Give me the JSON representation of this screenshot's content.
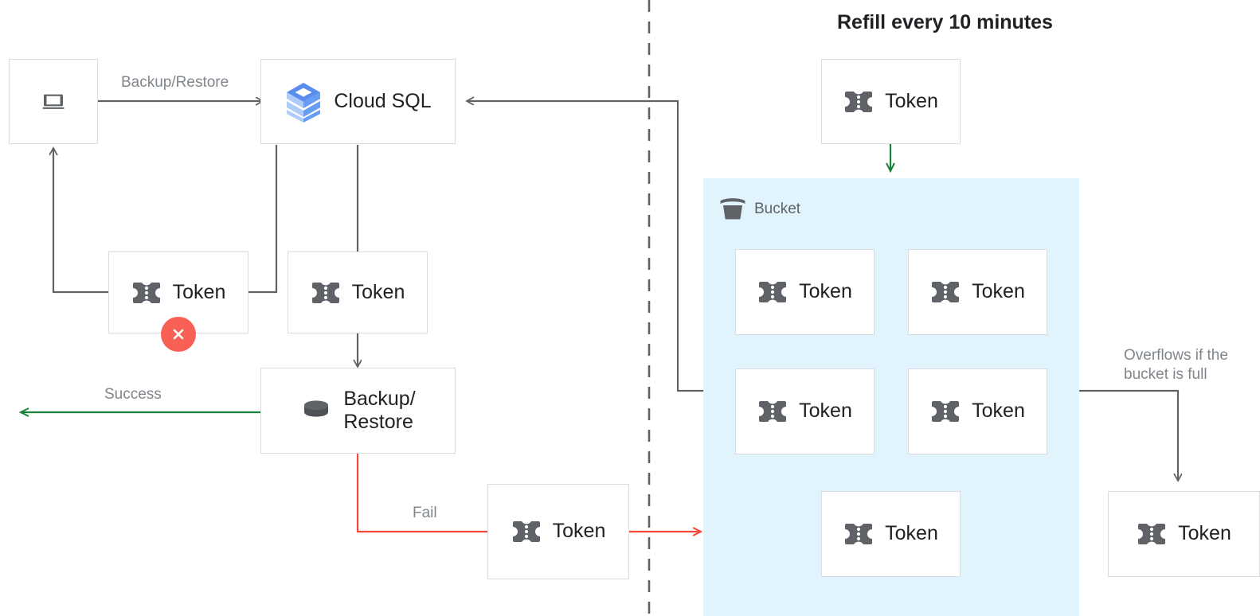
{
  "title": "Refill every 10 minutes",
  "colors": {
    "accent_blue_panel": "#e1f4fd",
    "token_icon": "#5f6368",
    "success_green": "#188038",
    "fail_red": "#f4483c",
    "error_badge": "#f96055",
    "line_gray": "#5f6368",
    "box_border": "#dadce0",
    "label_gray": "#80868b",
    "cloudsql_blue": "#4285f4"
  },
  "left_section": {
    "client_box": {
      "icon": "laptop-icon"
    },
    "cloudsql_box": {
      "icon": "cloud-sql-icon",
      "label": "Cloud SQL"
    },
    "token_failed": {
      "icon": "token-icon",
      "label": "Token",
      "badge": "error-x-badge"
    },
    "token_ok": {
      "icon": "token-icon",
      "label": "Token"
    },
    "backup_restore": {
      "icon": "database-icon",
      "label": "Backup/\nRestore"
    },
    "token_fail_out": {
      "icon": "token-icon",
      "label": "Token"
    },
    "edges": {
      "backup_restore": "Backup/Restore",
      "success": "Success",
      "fail": "Fail"
    }
  },
  "right_section": {
    "refill_token": {
      "icon": "token-icon",
      "label": "Token"
    },
    "bucket": {
      "icon": "bucket-icon",
      "label": "Bucket",
      "tokens": [
        {
          "icon": "token-icon",
          "label": "Token"
        },
        {
          "icon": "token-icon",
          "label": "Token"
        },
        {
          "icon": "token-icon",
          "label": "Token"
        },
        {
          "icon": "token-icon",
          "label": "Token"
        },
        {
          "icon": "token-icon",
          "label": "Token"
        }
      ]
    },
    "overflow_label": "Overflows if the\nbucket is full",
    "overflow_token": {
      "icon": "token-icon",
      "label": "Token"
    }
  }
}
